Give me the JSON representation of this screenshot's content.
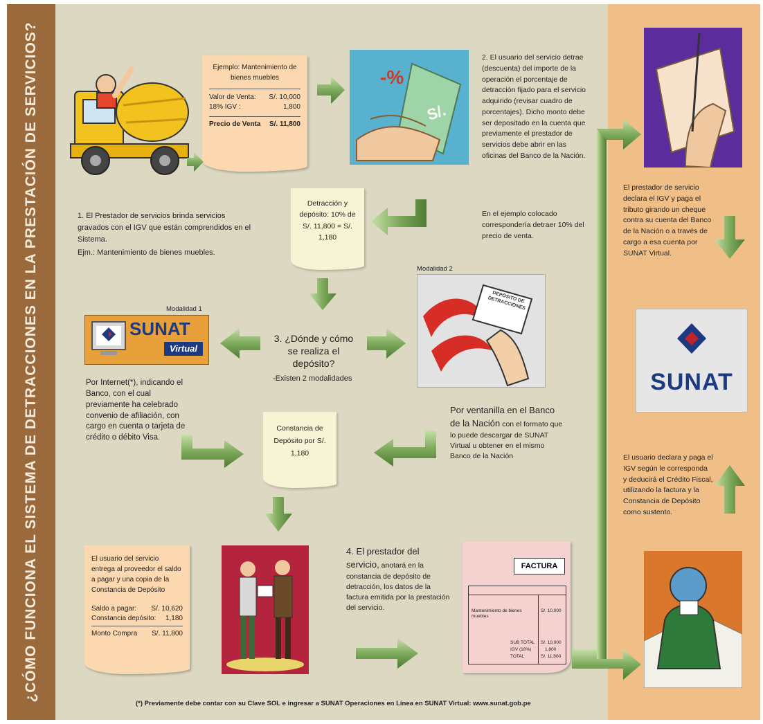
{
  "sidebar": {
    "title": "¿CÓMO FUNCIONA EL SISTEMA DE DETRACCIONES EN LA PRESTACIÓN DE SERVICIOS?"
  },
  "example_note": {
    "title": "Ejemplo: Mantenimiento de bienes muebles",
    "rows": [
      {
        "label": "Valor de Venta:",
        "value": "S/. 10,000"
      },
      {
        "label": "18% IGV :",
        "value": "1,800"
      }
    ],
    "total_label": "Precio de Venta",
    "total_value": "S/. 11,800"
  },
  "step1": {
    "text": "1. El Prestador de servicios brinda servicios gravados con el IGV que están comprendidos en el Sistema.",
    "example": "Ejm.: Mantenimiento de bienes muebles."
  },
  "step2": {
    "text": "2. El usuario del servicio detrae (descuenta) del importe de la operación el porcentaje de detracción fijado para el servicio adquirido (revisar cuadro de porcentajes). Dicho monto debe ser depositado en la cuenta que previamente el prestador de servicios debe abrir en las oficinas del Banco de la Nación.",
    "example": "En el ejemplo colocado correspondería detraer 10% del precio de venta.",
    "pct_label": "-%",
    "money_label": "S/."
  },
  "detraccion_note": {
    "text": "Detracción y depósito: 10% de S/. 11,800 = S/. 1,180"
  },
  "step3": {
    "text": "3. ¿Dónde y cómo se realiza el depósito?",
    "sub": "-Existen 2 modalidades"
  },
  "modalidad1": {
    "label": "Modalidad 1",
    "logo_main": "SUNAT",
    "logo_sub": "Virtual",
    "text": "Por Internet(*), indicando el Banco, con el cual previamente ha celebrado convenio de afiliación, con cargo en cuenta o tarjeta de crédito o débito Visa."
  },
  "modalidad2": {
    "label": "Modalidad 2",
    "card_text": "DEPÓSITO DE DETRACCIONES",
    "text_lead": "Por ventanilla en el Banco de la Nación",
    "text_rest": "con el formato que lo puede descargar de SUNAT Virtual u obtener en el mismo Banco de la Nación"
  },
  "constancia_note": {
    "text": "Constancia de Depósito por S/. 1,180"
  },
  "entrega_note": {
    "text": "El usuario del servicio entrega al proveedor el saldo a pagar y una copia de la Constancia de Depósito",
    "rows": [
      {
        "label": "Saldo a pagar:",
        "value": "S/. 10,620"
      },
      {
        "label": "Constancia depósito:",
        "value": "1,180"
      }
    ],
    "total_label": "Monto Compra",
    "total_value": "S/. 11,800"
  },
  "step4": {
    "lead": "4. El prestador del servicio,",
    "text": "anotará en la constancia de depósito de detracción, los datos de la factura emitida por la prestación del servicio."
  },
  "factura": {
    "title": "FACTURA",
    "item": "Mantenimiento de bienes muebles",
    "item_value": "S/. 10,000",
    "sub_label": "SUB TOTAL",
    "sub_value": "S/. 10,000",
    "igv_label": "IGV (18%)",
    "igv_value": "1,800",
    "total_label": "TOTAL",
    "total_value": "S/. 11,800"
  },
  "right_panel": {
    "text1": "El prestador de servicio declara el IGV y paga el tributo girando un cheque contra su cuenta del Banco de la Nación o a través de cargo a esa cuenta por SUNAT Virtual.",
    "logo": "SUNAT",
    "text2": "El usuario declara y paga el IGV según le corresponda y deducirá el Crédito Fiscal, utilizando la factura y la Constancia de Depósito como sustento."
  },
  "footer": {
    "text": "(*) Previamente debe contar con su Clave SOL e ingresar a SUNAT Operaciones en Línea en SUNAT Virtual: www.sunat.gob.pe"
  },
  "colors": {
    "sidebar": "#9a6a3c",
    "main_bg": "#dcd8c2",
    "right_bg": "#f0bf88",
    "arrow_green": "#7aa85a",
    "note_orange": "#fbd8b0",
    "note_pale": "#f6f4d4",
    "sunat_blue": "#1c3a82"
  }
}
